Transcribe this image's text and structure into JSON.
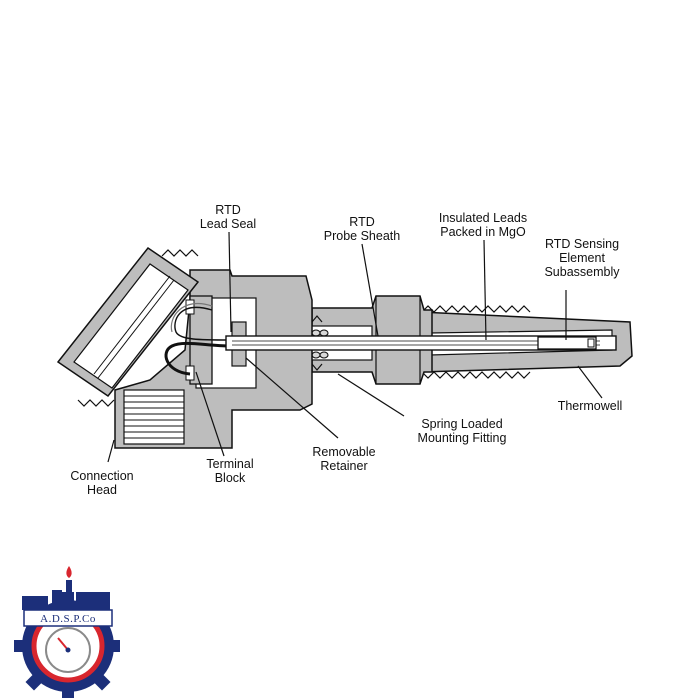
{
  "labels": {
    "rtd_lead_seal": [
      "RTD",
      "Lead Seal"
    ],
    "rtd_probe_sheath": [
      "RTD",
      "Probe Sheath"
    ],
    "insulated_leads": [
      "Insulated Leads",
      "Packed in MgO"
    ],
    "rtd_sensing_element": [
      "RTD Sensing",
      "Element",
      "Subassembly"
    ],
    "thermowell": [
      "Thermowell"
    ],
    "spring_loaded_fitting": [
      "Spring Loaded",
      "Mounting Fitting"
    ],
    "removable_retainer": [
      "Removable",
      "Retainer"
    ],
    "terminal_block": [
      "Terminal",
      "Block"
    ],
    "connection_head": [
      "Connection",
      "Head"
    ]
  },
  "logo": {
    "text": "A.D.S.P.Co",
    "colors": {
      "primary": "#1c2f7a",
      "accent": "#d8262e",
      "gray": "#8a8a8a"
    }
  },
  "colors": {
    "body_fill": "#bdbdbd",
    "outline": "#111111",
    "white": "#ffffff"
  }
}
